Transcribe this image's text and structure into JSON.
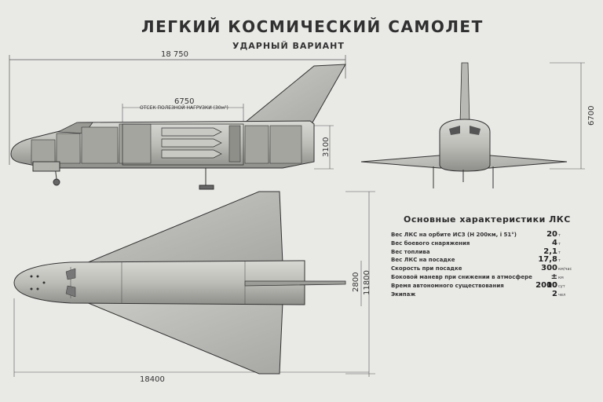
{
  "header": {
    "title": "ЛЕГКИЙ КОСМИЧЕСКИЙ САМОЛЕТ",
    "subtitle": "УДАРНЫЙ ВАРИАНТ"
  },
  "dimensions": {
    "overall_length": "18 750",
    "bay_length": "6750",
    "bay_caption": "ОТСЕК ПОЛЕЗНОЙ НАГРУЗКИ (30м³)",
    "fuselage_height": "3100",
    "total_height": "6700",
    "plan_length": "18400",
    "span": "11800",
    "fuselage_width": "2800"
  },
  "specs": {
    "title": "Основные характеристики ЛКС",
    "rows": [
      {
        "label": "Вес ЛКС на орбите ИСЗ (Н 200км, i 51°)",
        "value": "20",
        "unit": "т"
      },
      {
        "label": "Вес боевого снаряжения",
        "value": "4",
        "unit": "т"
      },
      {
        "label": "Вес топлива",
        "value": "2,1",
        "unit": "т"
      },
      {
        "label": "Вес ЛКС на посадке",
        "value": "17,8",
        "unit": "т"
      },
      {
        "label": "Скорость при посадке",
        "value": "300",
        "unit": "км/час"
      },
      {
        "label": "Боковой маневр при снижении в атмосфере",
        "value": "± 2000",
        "unit": "км"
      },
      {
        "label": "Время автономного существования",
        "value": "10",
        "unit": "сут"
      },
      {
        "label": "Экипаж",
        "value": "2",
        "unit": "чел"
      }
    ]
  }
}
